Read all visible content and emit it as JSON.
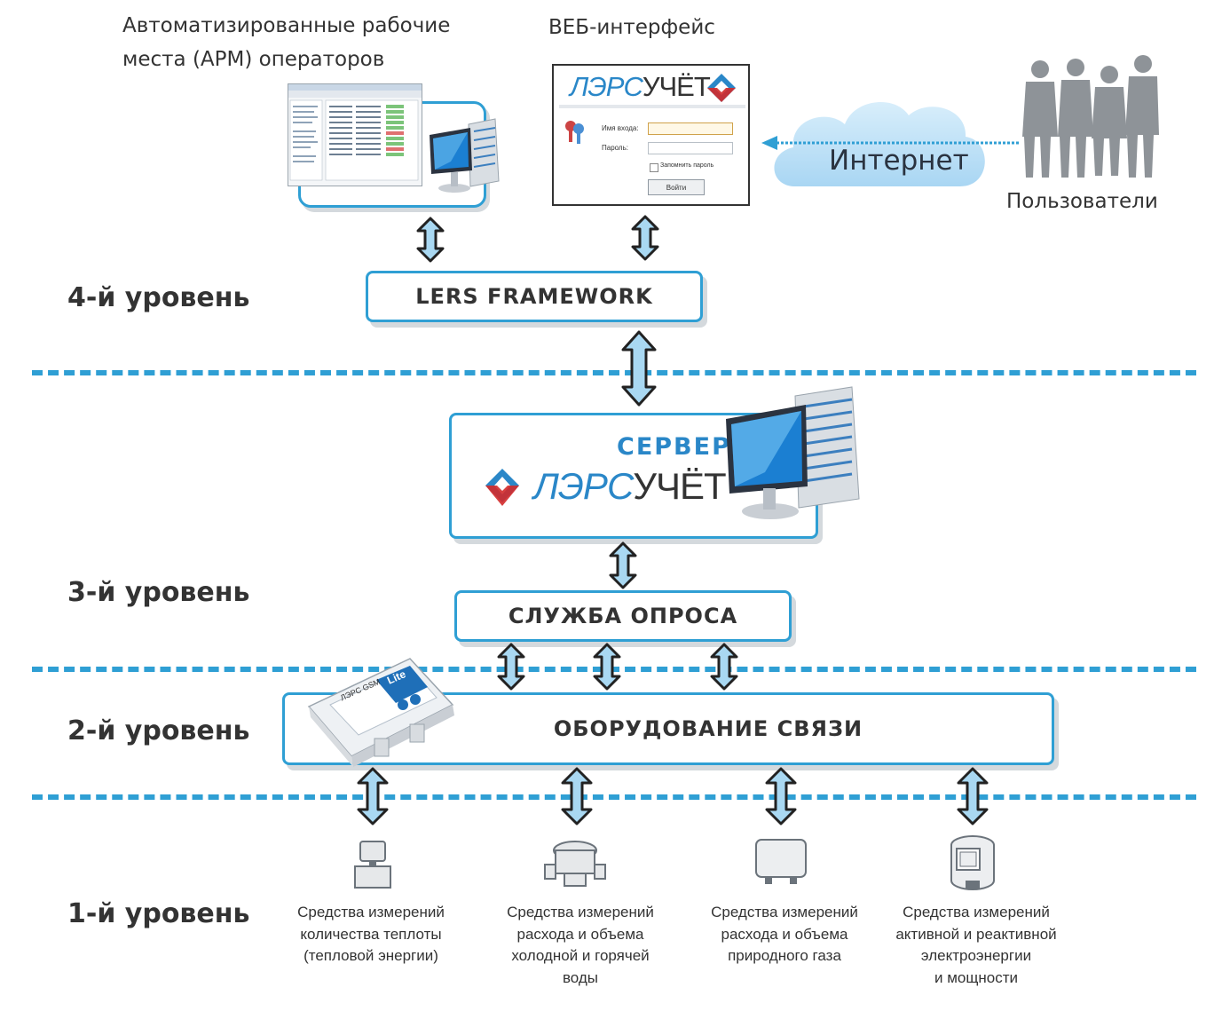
{
  "top": {
    "arm_caption_line1": "Автоматизированные рабочие",
    "arm_caption_line2": "места (АРМ) операторов",
    "web_caption": "ВЕБ-интерфейс",
    "internet": "Интернет",
    "users": "Пользователи"
  },
  "web_form": {
    "logo_left": "ЛЭРС",
    "logo_right": "УЧЁТ",
    "login_label": "Имя входа:",
    "password_label": "Пароль:",
    "remember_label": "Запомнить пароль",
    "login_button": "Войти"
  },
  "levels": {
    "level4": "4-й уровень",
    "level3": "3-й уровень",
    "level2": "2-й уровень",
    "level1": "1-й уровень"
  },
  "boxes": {
    "framework": "LERS FRAMEWORK",
    "server_title": "СЕРВЕР",
    "server_logo_left": "ЛЭРС",
    "server_logo_right": "УЧЁТ",
    "polling": "СЛУЖБА ОПРОСА",
    "comms": "ОБОРУДОВАНИЕ СВЯЗИ"
  },
  "modem": {
    "brand": "ЛЭРС GSM",
    "model": "Lite"
  },
  "devices": [
    {
      "line1": "Средства измерений",
      "line2": "количества теплоты",
      "line3": "(тепловой энергии)",
      "line4": ""
    },
    {
      "line1": "Средства измерений",
      "line2": "расхода и объема",
      "line3": "холодной и горячей",
      "line4": "воды"
    },
    {
      "line1": "Средства измерений",
      "line2": "расхода и объема",
      "line3": "природного газа",
      "line4": ""
    },
    {
      "line1": "Средства измерений",
      "line2": "активной и реактивной",
      "line3": "электроэнергии",
      "line4": "и мощности"
    }
  ],
  "colors": {
    "accent": "#2f9fd4",
    "arrow_fill": "#a9d8f2",
    "arrow_stroke": "#222222",
    "logo_blue": "#2a87c8",
    "logo_red": "#d32a2a"
  }
}
